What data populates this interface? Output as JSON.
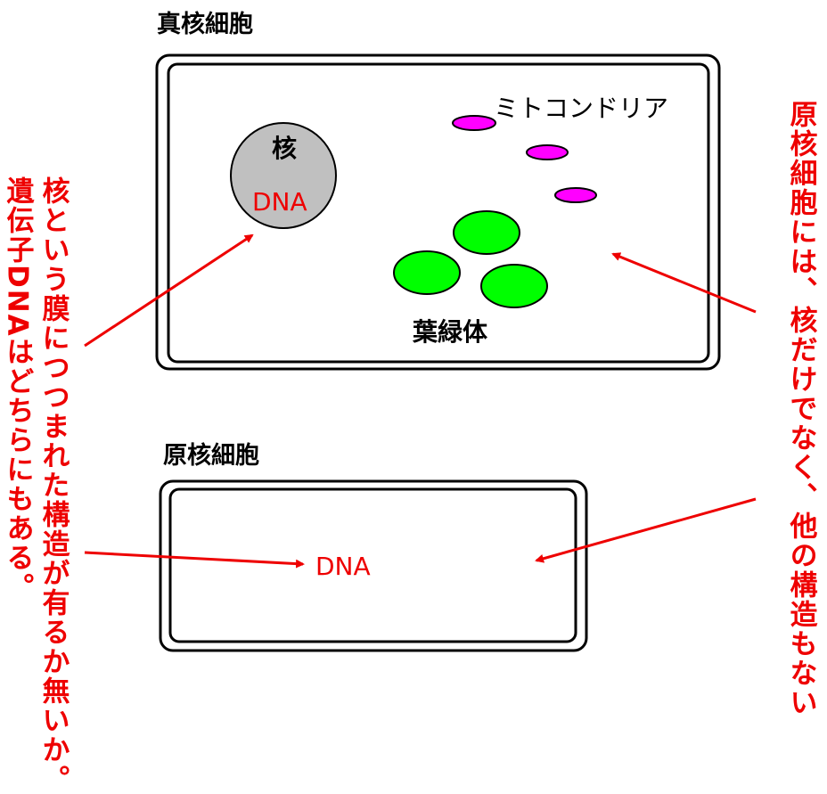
{
  "eukaryote": {
    "title": "真核細胞",
    "nucleus_label": "核",
    "dna_label": "DNA",
    "mitochondria_label": "ミトコンドリア",
    "chloroplast_label": "葉緑体"
  },
  "prokaryote": {
    "title": "原核細胞",
    "dna_label": "DNA"
  },
  "notes": {
    "left_column_1": "核という膜につつまれた構造が有るか無いか。",
    "left_column_2": "遺伝子DNAはどちらにもある。",
    "right_column_1": "原核細胞には、核だけでなく、他の構造もない"
  },
  "colors": {
    "annotation": "#ee0000",
    "nucleus_fill": "#c0c0c0",
    "mitochondria_fill": "#ff00ff",
    "chloroplast_fill": "#00ff00",
    "outline": "#000000"
  }
}
